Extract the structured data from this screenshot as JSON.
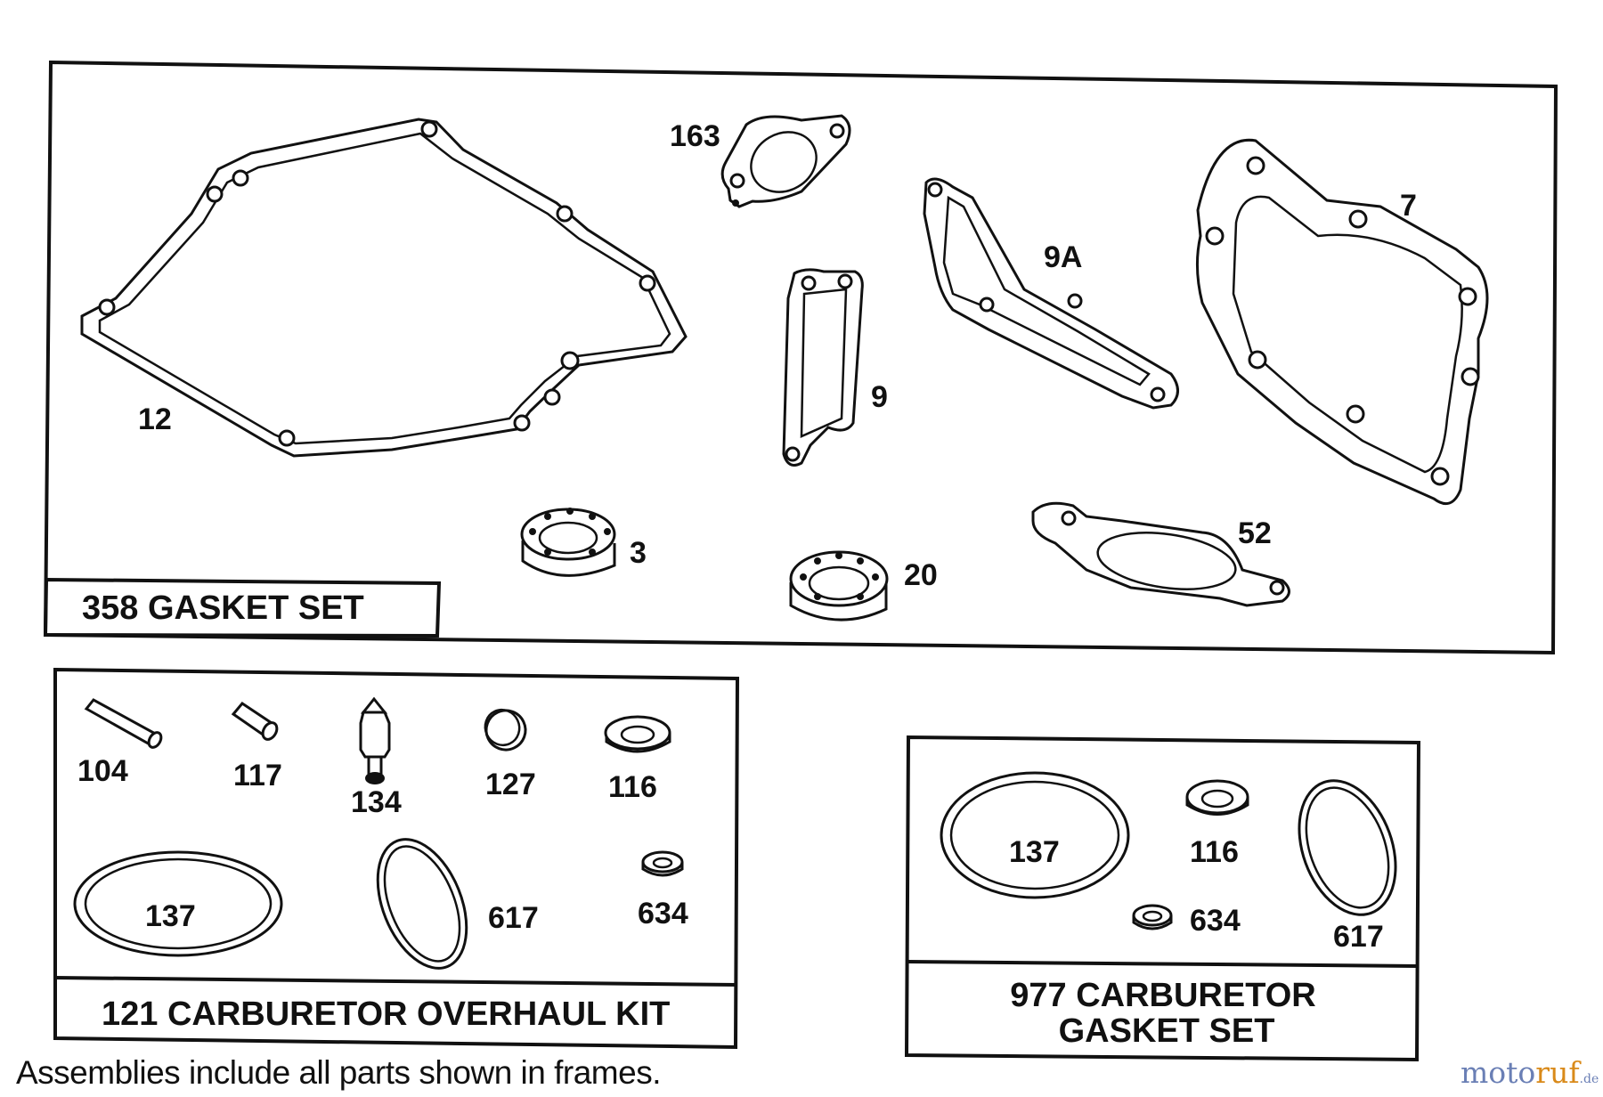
{
  "frames": {
    "gasket_set": "358 GASKET SET",
    "overhaul_kit": "121 CARBURETOR OVERHAUL KIT",
    "carb_gasket_set_line1": "977 CARBURETOR",
    "carb_gasket_set_line2": "GASKET SET"
  },
  "gasket_set_parts": {
    "p12": "12",
    "p163": "163",
    "p9a": "9A",
    "p7": "7",
    "p9": "9",
    "p3": "3",
    "p20": "20",
    "p52": "52"
  },
  "overhaul_kit_parts": {
    "p104": "104",
    "p117": "117",
    "p134": "134",
    "p127": "127",
    "p116": "116",
    "p137": "137",
    "p617": "617",
    "p634": "634"
  },
  "carb_gasket_parts": {
    "p137": "137",
    "p116": "116",
    "p634": "634",
    "p617": "617"
  },
  "footer_note": "Assemblies include all parts shown in frames.",
  "watermark": {
    "part1": "moto",
    "part2": "ruf",
    "part3": ".de"
  }
}
